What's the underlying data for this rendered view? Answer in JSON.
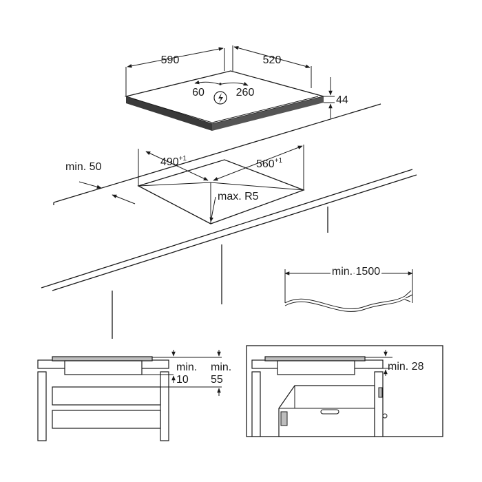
{
  "hob": {
    "width": "590",
    "depth": "520",
    "height": "44",
    "conn_left": "60",
    "conn_right": "260"
  },
  "cutout": {
    "width": "490",
    "width_tol": "+1",
    "depth": "560",
    "depth_tol": "+1",
    "front_clearance": "min. 50",
    "corner_radius": "max. R5"
  },
  "cable": {
    "length": "min. 1500"
  },
  "drawer_detail": {
    "clearance_a_line1": "min.",
    "clearance_a_line2": "10",
    "clearance_b_line1": "min.",
    "clearance_b_line2": "55"
  },
  "oven_detail": {
    "clearance": "min. 28"
  },
  "icons": {
    "power": "lightning-bolt-icon"
  },
  "colors": {
    "ink": "#1a1a1a",
    "background": "#ffffff",
    "panel": "#d9d9d9"
  }
}
